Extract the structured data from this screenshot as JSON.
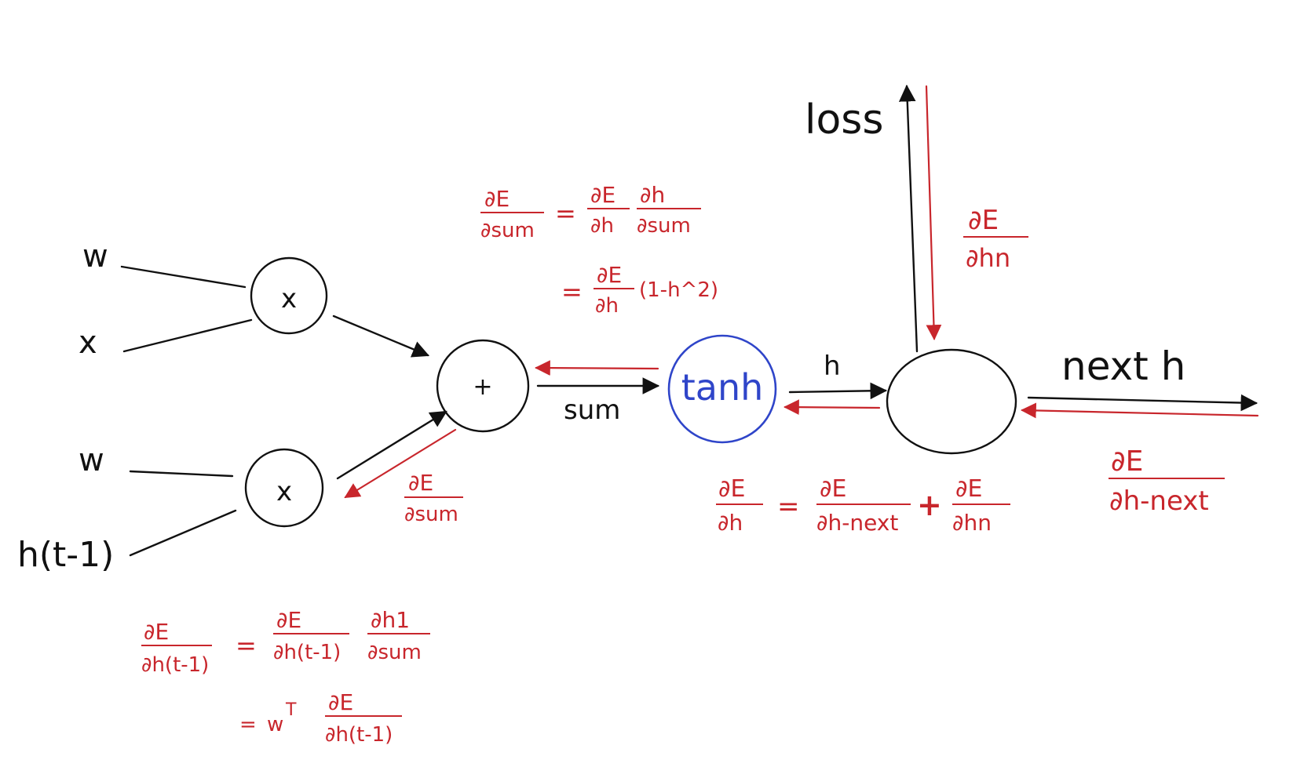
{
  "diagram": {
    "inputs": {
      "w_top": "w",
      "x": "x",
      "w_bottom": "w",
      "h_prev": "h(t-1)"
    },
    "nodes": {
      "mult_top": "x",
      "mult_bottom": "x",
      "add": "+",
      "tanh": "tanh",
      "split": ""
    },
    "edge_labels": {
      "sum": "sum",
      "h": "h",
      "loss": "loss",
      "next_h": "next h"
    },
    "colors": {
      "forward": "#111111",
      "backward": "#c8262c",
      "tanh_node": "#2f45c9"
    },
    "gradients": {
      "dE": "∂E",
      "d_sum": "∂sum",
      "d_h": "∂h",
      "d_hn": "∂hn",
      "d_h_next": "∂h-next",
      "d_h_prev": "∂h(t-1)",
      "d_h1": "∂h1",
      "equals": "=",
      "plus": "+",
      "one_minus_h_sq": "(1-h^2)",
      "w_transpose": "w",
      "transpose_sup": "T"
    }
  }
}
